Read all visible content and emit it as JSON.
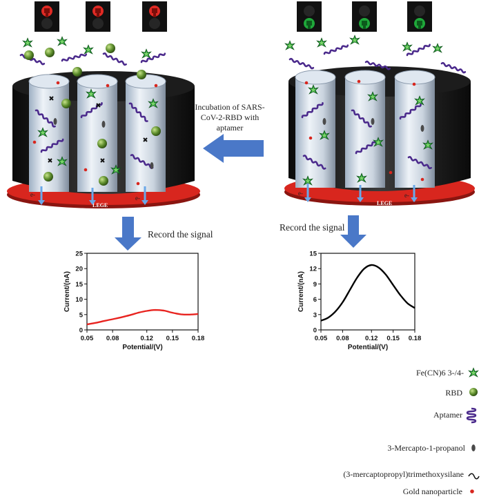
{
  "labels": {
    "incubation_line1": "Incubation of SARS-",
    "incubation_line2": "CoV-2-RBD with",
    "incubation_line3": "aptamer",
    "record_signal_left": "Record the signal",
    "record_signal_right": "Record the signal",
    "electrode_left": "LEGE",
    "electrode_right": "LEGE",
    "electron_symbol": "e-"
  },
  "legend": [
    {
      "label": "Fe(CN)6 3-/4-",
      "icon": "star-icon"
    },
    {
      "label": "RBD",
      "icon": "sphere-icon"
    },
    {
      "label": "Aptamer",
      "icon": "coil-icon"
    },
    {
      "label": "3-Mercapto-1-propanol",
      "icon": "ellipse-icon"
    },
    {
      "label": "(3-mercaptopropyl)trimethoxysilane",
      "icon": "squiggle-icon"
    },
    {
      "label": "Gold nanoparticle",
      "icon": "dot-icon"
    }
  ],
  "colors": {
    "signal_left": "#e8231f",
    "signal_right": "#000000",
    "arrow": "#4a78c8",
    "star": "#1f8a2e",
    "rbd": "#5a8a2a",
    "aptamer": "#4b2a8c",
    "electrode_red": "#d8261e",
    "light_red": "#e02a24",
    "light_green": "#1fa83a"
  },
  "chart_data": [
    {
      "type": "line",
      "xlabel": "Potential/(V)",
      "ylabel": "Current/(nA)",
      "xlim": [
        0.05,
        0.18
      ],
      "ylim": [
        0,
        25
      ],
      "xticks": [
        "0.05",
        "0.08",
        "0.12",
        "0.15",
        "0.18"
      ],
      "yticks": [
        "0",
        "5",
        "10",
        "15",
        "20",
        "25"
      ],
      "x": [
        0.05,
        0.06,
        0.07,
        0.08,
        0.09,
        0.1,
        0.11,
        0.12,
        0.13,
        0.14,
        0.15,
        0.16,
        0.17,
        0.18
      ],
      "y": [
        1.8,
        2.3,
        2.9,
        3.5,
        4.1,
        4.8,
        5.6,
        6.2,
        6.5,
        6.3,
        5.6,
        5.1,
        5.0,
        5.2
      ],
      "color": "#e8231f"
    },
    {
      "type": "line",
      "xlabel": "Potential/(V)",
      "ylabel": "Current/(nA)",
      "xlim": [
        0.05,
        0.18
      ],
      "ylim": [
        0,
        15
      ],
      "xticks": [
        "0.05",
        "0.08",
        "0.12",
        "0.15",
        "0.18"
      ],
      "yticks": [
        "0",
        "3",
        "6",
        "9",
        "12",
        "15"
      ],
      "x": [
        0.05,
        0.06,
        0.07,
        0.08,
        0.09,
        0.1,
        0.11,
        0.12,
        0.13,
        0.14,
        0.15,
        0.16,
        0.17,
        0.18
      ],
      "y": [
        1.8,
        2.4,
        3.6,
        5.4,
        7.8,
        10.2,
        12.0,
        12.7,
        12.2,
        10.8,
        8.8,
        6.8,
        5.2,
        4.3
      ],
      "color": "#000000"
    }
  ]
}
